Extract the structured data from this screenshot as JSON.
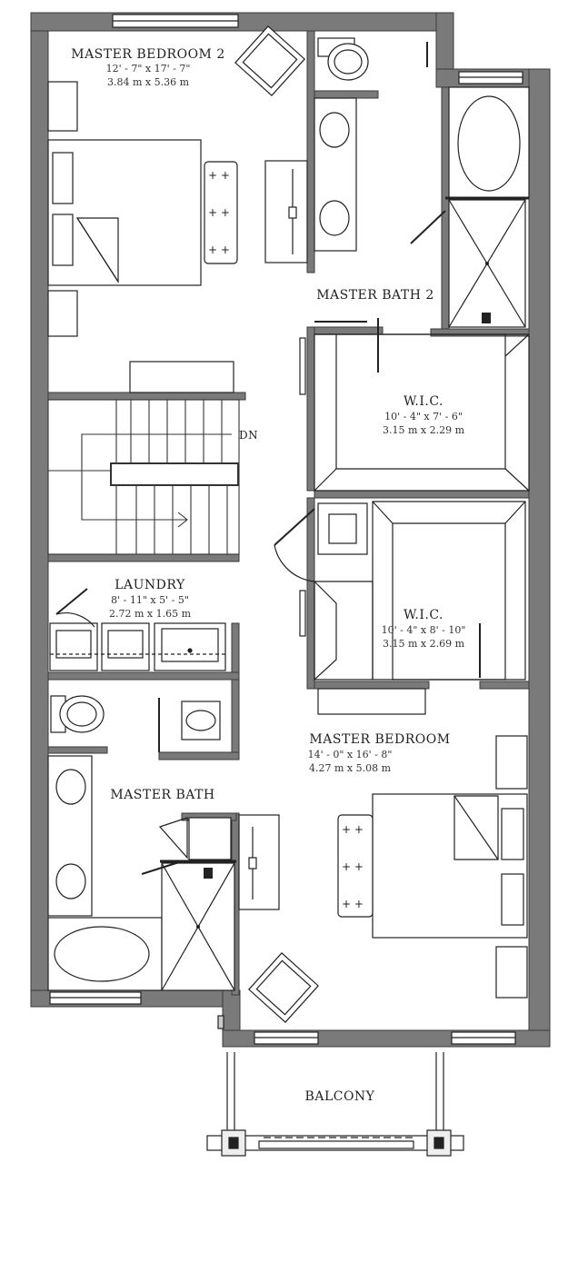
{
  "plan": {
    "colors": {
      "wall": "#7a7a7a",
      "wall_edge": "#3a3a3a",
      "line": "#222222",
      "fixture": "#ffffff",
      "stair": "#333333"
    },
    "rooms": {
      "master_bedroom_2": {
        "name": "MASTER BEDROOM 2",
        "dim_imperial": "12' - 7\" x 17' - 7\"",
        "dim_metric": "3.84 m x 5.36 m"
      },
      "master_bath_2": {
        "name": "MASTER BATH 2"
      },
      "wic_1": {
        "name": "W.I.C.",
        "dim_imperial": "10' - 4\" x 7' - 6\"",
        "dim_metric": "3.15 m x 2.29 m"
      },
      "wic_2": {
        "name": "W.I.C.",
        "dim_imperial": "10' - 4\" x 8' - 10\"",
        "dim_metric": "3.15 m x 2.69 m"
      },
      "laundry": {
        "name": "LAUNDRY",
        "dim_imperial": "8' - 11\" x 5' - 5\"",
        "dim_metric": "2.72 m x 1.65 m"
      },
      "master_bedroom": {
        "name": "MASTER BEDROOM",
        "dim_imperial": "14' - 0\" x 16' - 8\"",
        "dim_metric": "4.27 m x 5.08 m"
      },
      "master_bath": {
        "name": "MASTER BATH"
      },
      "balcony": {
        "name": "BALCONY"
      }
    },
    "stairs": {
      "label": "DN"
    }
  }
}
